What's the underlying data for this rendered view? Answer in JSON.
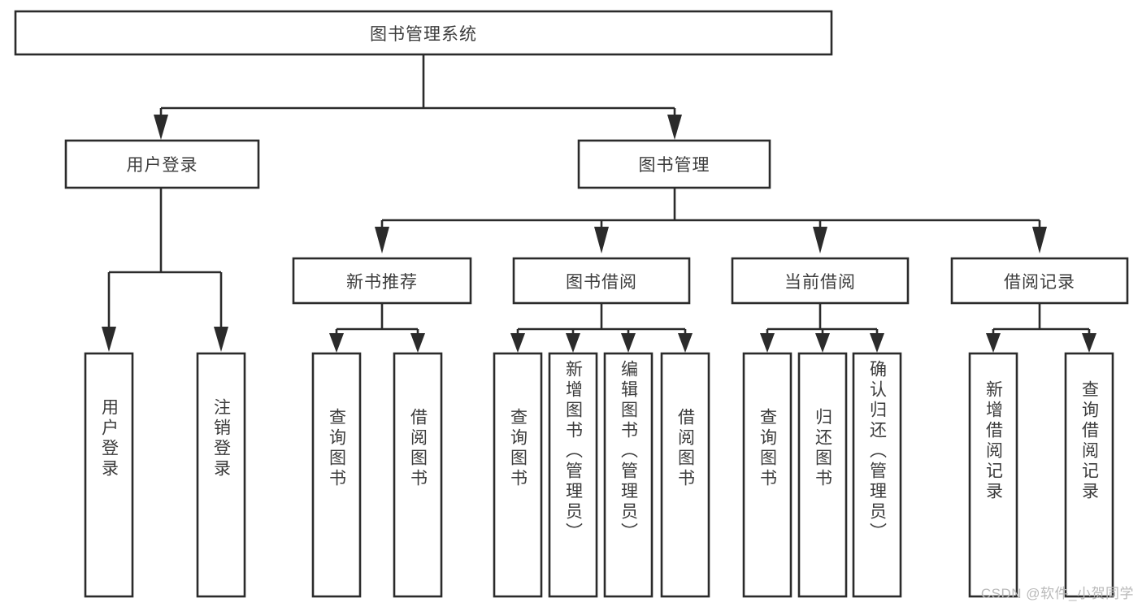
{
  "diagram": {
    "type": "tree-hierarchy",
    "title": "图书管理系统",
    "orientation": "top-down",
    "colors": {
      "stroke": "#2b2b2b",
      "fill": "#ffffff",
      "text": "#3c3c3c",
      "background": "#ffffff",
      "watermark": "#b9b9b9"
    },
    "levels": [
      {
        "level": 1,
        "nodes": [
          {
            "id": "root",
            "label": "图书管理系统",
            "orientation": "horizontal"
          }
        ]
      },
      {
        "level": 2,
        "nodes": [
          {
            "id": "user-login",
            "label": "用户登录",
            "orientation": "horizontal",
            "parent": "root"
          },
          {
            "id": "book-mgmt",
            "label": "图书管理",
            "orientation": "horizontal",
            "parent": "root"
          }
        ]
      },
      {
        "level": 3,
        "nodes": [
          {
            "id": "new-book-rec",
            "label": "新书推荐",
            "orientation": "horizontal",
            "parent": "book-mgmt"
          },
          {
            "id": "book-borrow",
            "label": "图书借阅",
            "orientation": "horizontal",
            "parent": "book-mgmt"
          },
          {
            "id": "current-borrow",
            "label": "当前借阅",
            "orientation": "horizontal",
            "parent": "book-mgmt"
          },
          {
            "id": "borrow-record",
            "label": "借阅记录",
            "orientation": "horizontal",
            "parent": "book-mgmt"
          }
        ]
      },
      {
        "level": 4,
        "nodes": [
          {
            "id": "leaf-user-login",
            "label": "用户登录",
            "orientation": "vertical",
            "parent": "user-login"
          },
          {
            "id": "leaf-user-logout",
            "label": "注销登录",
            "orientation": "vertical",
            "parent": "user-login"
          },
          {
            "id": "leaf-rec-query",
            "label": "查询图书",
            "orientation": "vertical",
            "parent": "new-book-rec"
          },
          {
            "id": "leaf-rec-borrow",
            "label": "借阅图书",
            "orientation": "vertical",
            "parent": "new-book-rec"
          },
          {
            "id": "leaf-borrow-query",
            "label": "查询图书",
            "orientation": "vertical",
            "parent": "book-borrow"
          },
          {
            "id": "leaf-borrow-add",
            "label": "新增图书（管理员）",
            "orientation": "vertical",
            "parent": "book-borrow"
          },
          {
            "id": "leaf-borrow-edit",
            "label": "编辑图书（管理员）",
            "orientation": "vertical",
            "parent": "book-borrow"
          },
          {
            "id": "leaf-borrow-lend",
            "label": "借阅图书",
            "orientation": "vertical",
            "parent": "book-borrow"
          },
          {
            "id": "leaf-cur-query",
            "label": "查询图书",
            "orientation": "vertical",
            "parent": "current-borrow"
          },
          {
            "id": "leaf-cur-return",
            "label": "归还图书",
            "orientation": "vertical",
            "parent": "current-borrow"
          },
          {
            "id": "leaf-cur-confirm",
            "label": "确认归还（管理员）",
            "orientation": "vertical",
            "parent": "current-borrow"
          },
          {
            "id": "leaf-rec-add",
            "label": "新增借阅记录",
            "orientation": "vertical",
            "parent": "borrow-record"
          },
          {
            "id": "leaf-rec-query2",
            "label": "查询借阅记录",
            "orientation": "vertical",
            "parent": "borrow-record"
          }
        ]
      }
    ]
  },
  "watermark": {
    "text": "CSDN @软件_小贺同学"
  }
}
